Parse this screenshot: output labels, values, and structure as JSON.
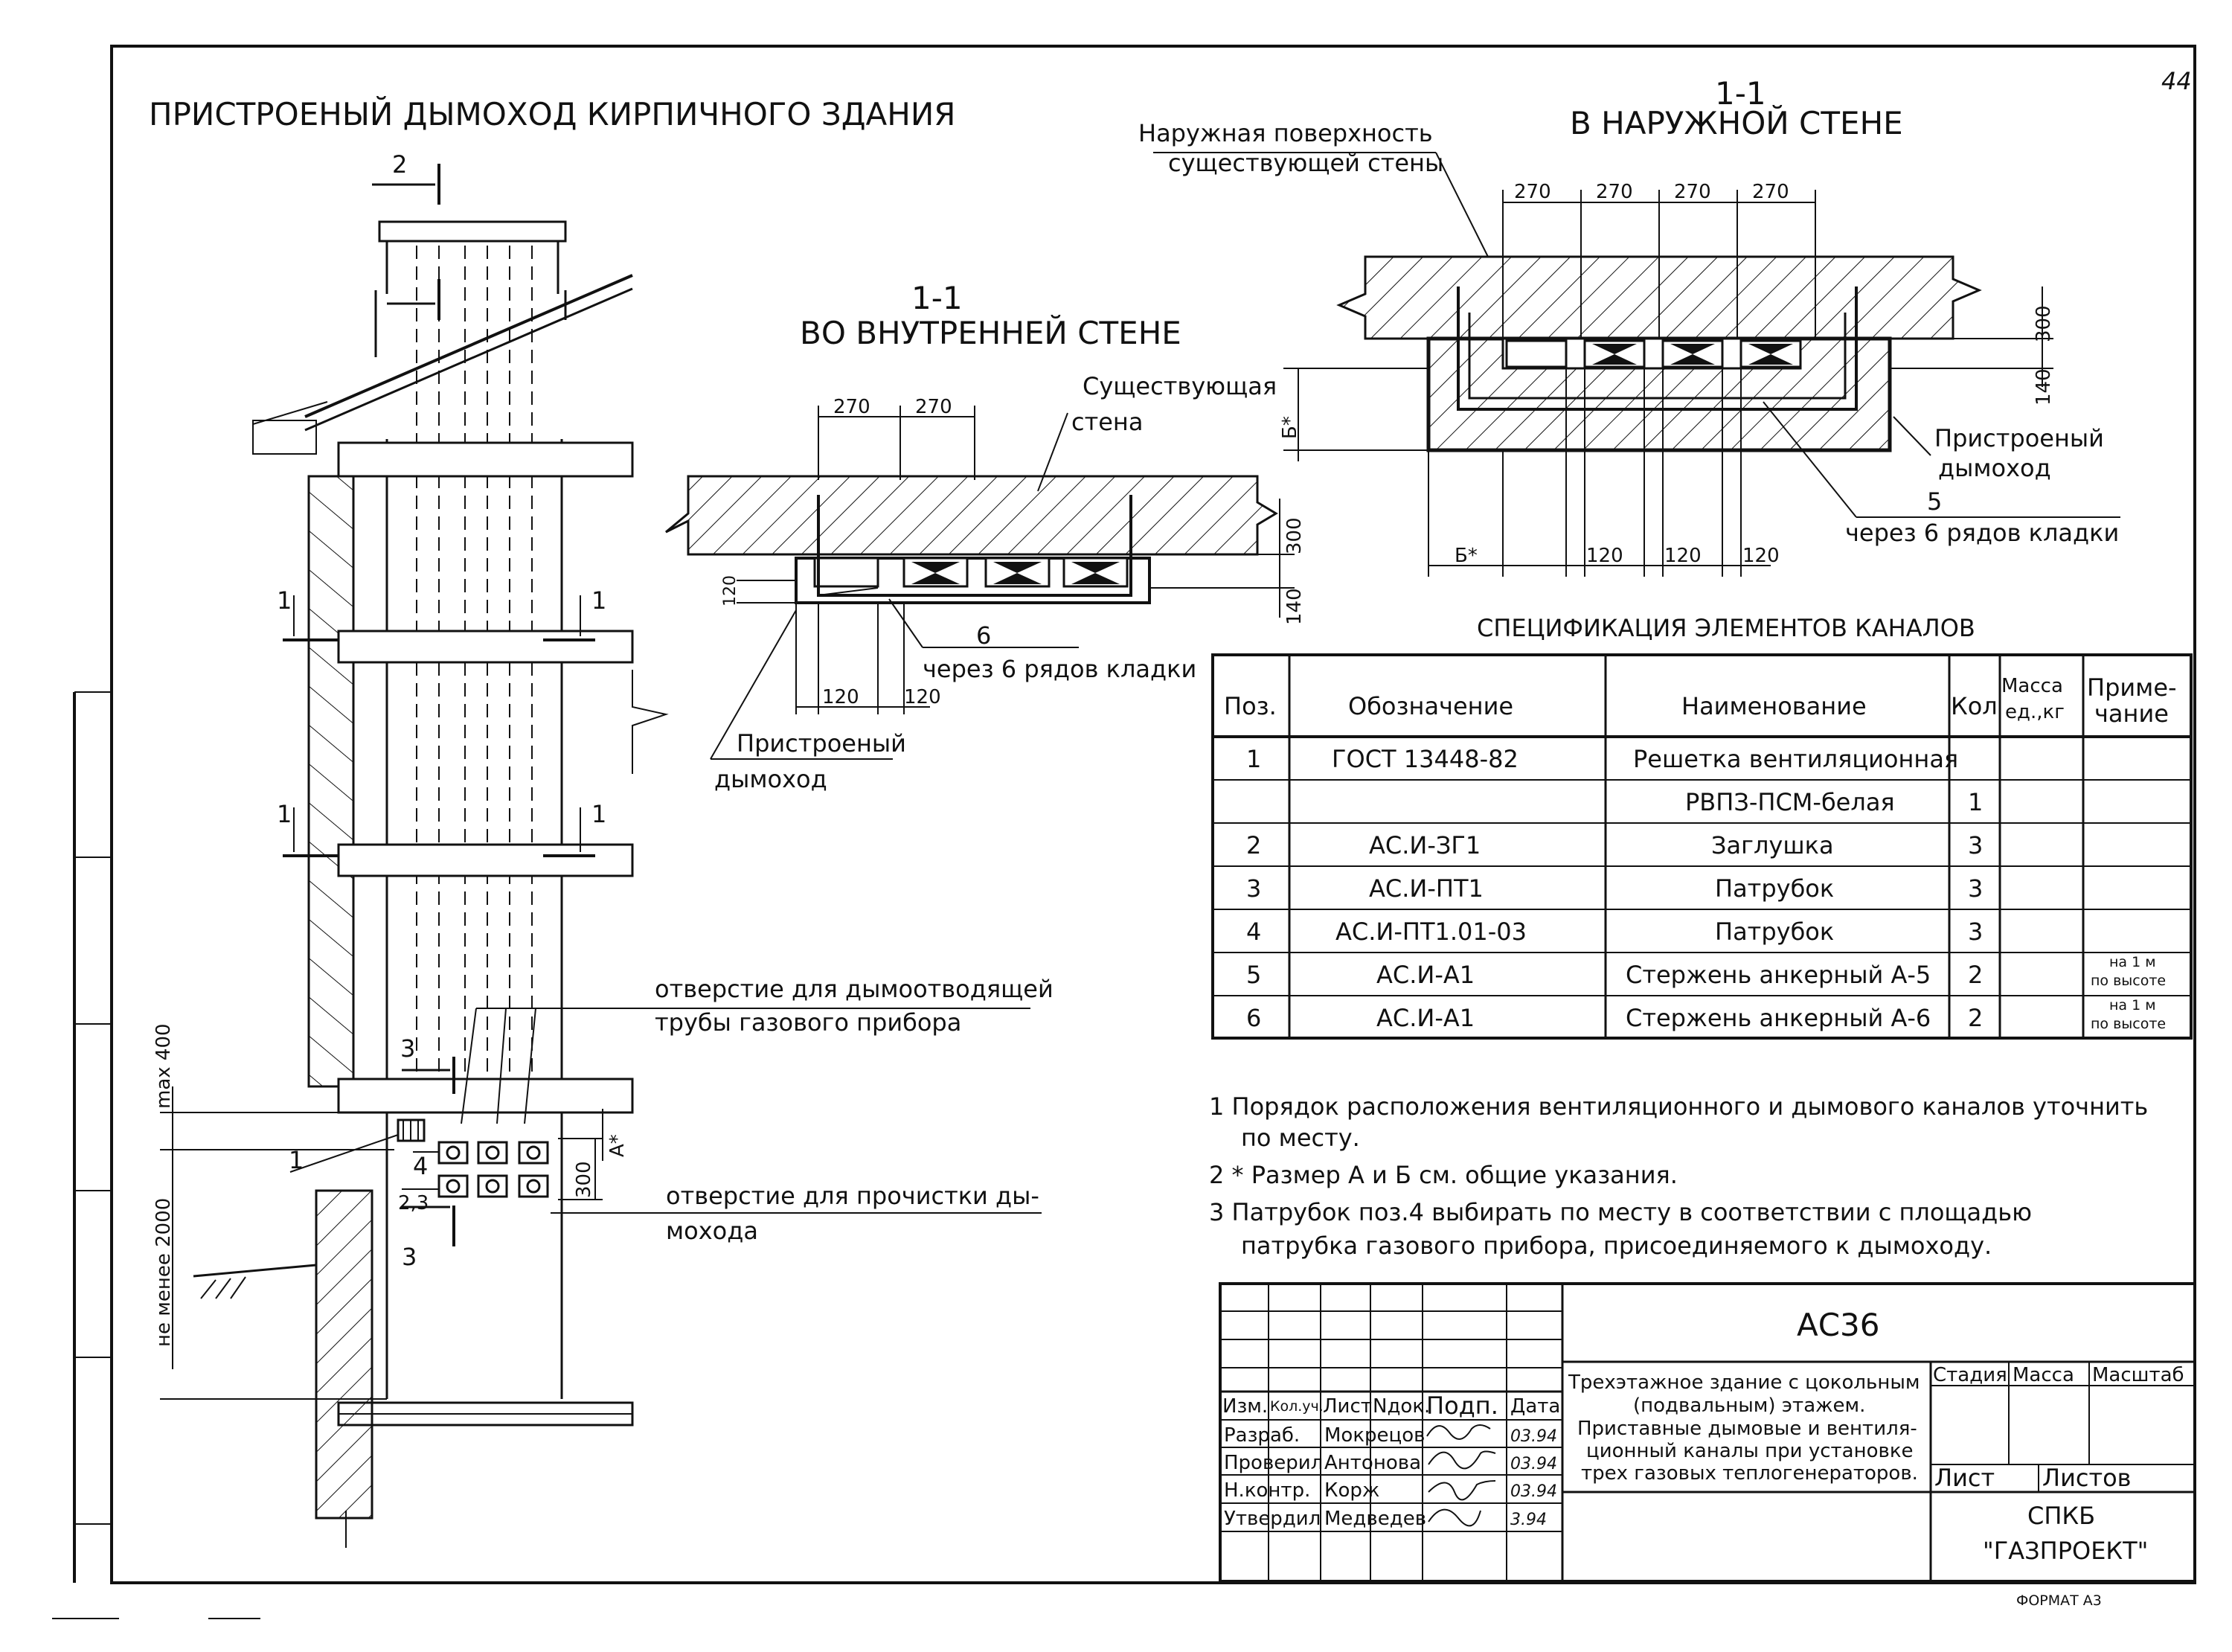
{
  "sheet_number": "44",
  "main_title": "ПРИСТРОЕНЫЙ ДЫМОХОД КИРПИЧНОГО ЗДАНИЯ",
  "format_label": "ФОРМАТ А3",
  "elevation": {
    "section_2_mark": "2",
    "section_1_mark": "1",
    "section_3_mark": "3",
    "label_1": "1",
    "label_4": "4",
    "label_23": "2,3",
    "dim_max400": "max 400",
    "dim_min2000": "не менее 2000",
    "dim_A": "А*",
    "dim_300": "300",
    "callout_flue_hole_1": "отверстие для дымоотводящей",
    "callout_flue_hole_2": "трубы газового прибора",
    "callout_clean_hole_1": "отверстие для прочистки ды-",
    "callout_clean_hole_2": "мохода"
  },
  "section_inner": {
    "num": "1-1",
    "title": "ВО ВНУТРЕННЕЙ СТЕНЕ",
    "wall_label_1": "Существующая",
    "wall_label_2": "стена",
    "dim_270a": "270",
    "dim_270b": "270",
    "dim_120a": "120",
    "dim_120b": "120",
    "dim_120c": "120",
    "dim_300": "300",
    "dim_140": "140",
    "pos_6": "6",
    "rows_note": "через 6 рядов кладки",
    "flue_label_1": "Пристроеный",
    "flue_label_2": "дымоход"
  },
  "section_outer": {
    "num": "1-1",
    "title": "В НАРУЖНОЙ СТЕНЕ",
    "surface_label_1": "Наружная поверхность",
    "surface_label_2": "существующей стены",
    "dims_270": [
      "270",
      "270",
      "270",
      "270"
    ],
    "dims_120": [
      "120",
      "120",
      "120"
    ],
    "dim_300": "300",
    "dim_140": "140",
    "dim_B": "Б*",
    "dim_B2": "Б*",
    "flue_label_1": "Пристроеный",
    "flue_label_2": "дымоход",
    "pos_5": "5",
    "rows_note": "через 6 рядов кладки"
  },
  "spec": {
    "title": "СПЕЦИФИКАЦИЯ ЭЛЕМЕНТОВ КАНАЛОВ",
    "headers": {
      "pos": "Поз.",
      "designation": "Обозначение",
      "name": "Наименование",
      "qty": "Кол",
      "mass_1": "Масса",
      "mass_2": "ед.,кг",
      "note_1": "Приме-",
      "note_2": "чание"
    },
    "rows": [
      {
        "pos": "1",
        "designation": "ГОСТ 13448-82",
        "name": "Решетка вентиляционная",
        "qty": "",
        "note_1": "",
        "note_2": ""
      },
      {
        "pos": "",
        "designation": "",
        "name": "РВПЗ-ПСМ-белая",
        "qty": "1",
        "note_1": "",
        "note_2": ""
      },
      {
        "pos": "2",
        "designation": "АС.И-ЗГ1",
        "name": "Заглушка",
        "qty": "3",
        "note_1": "",
        "note_2": ""
      },
      {
        "pos": "3",
        "designation": "АС.И-ПТ1",
        "name": "Патрубок",
        "qty": "3",
        "note_1": "",
        "note_2": ""
      },
      {
        "pos": "4",
        "designation": "АС.И-ПТ1.01-03",
        "name": "Патрубок",
        "qty": "3",
        "note_1": "",
        "note_2": ""
      },
      {
        "pos": "5",
        "designation": "АС.И-А1",
        "name": "Стержень анкерный А-5",
        "qty": "2",
        "note_1": "на 1 м",
        "note_2": "по высоте"
      },
      {
        "pos": "6",
        "designation": "АС.И-А1",
        "name": "Стержень анкерный А-6",
        "qty": "2",
        "note_1": "на 1 м",
        "note_2": "по высоте"
      }
    ]
  },
  "notes": [
    "1 Порядок расположения вентиляционного и дымового каналов уточнить",
    "по месту.",
    "2 * Размер А и Б см. общие указания.",
    "3 Патрубок поз.4 выбирать по месту в соответствии с площадью",
    "патрубка газового прибора, присоединяемого к дымоходу."
  ],
  "title_block": {
    "code": "АС36",
    "desc": [
      "Трехэтажное здание с цокольным",
      "(подвальным) этажем.",
      "Приставные дымовые и вентиля-",
      "ционный каналы при установке",
      "трех газовых теплогенераторов."
    ],
    "headers": [
      "Изм.",
      "Кол.уч.",
      "Лист",
      "Nдок.",
      "Подп.",
      "Дата"
    ],
    "stage": "Стадия",
    "mass": "Масса",
    "scale": "Масштаб",
    "sheet": "Лист",
    "sheets": "Листов",
    "org_1": "СПКБ",
    "org_2": "\"ГАЗПРОЕКТ\"",
    "roles": [
      {
        "role": "Разраб.",
        "name": "Мокрецов",
        "date": "03.94"
      },
      {
        "role": "Проверил",
        "name": "Антонова",
        "date": "03.94"
      },
      {
        "role": "Н.контр.",
        "name": "Корж",
        "date": "03.94"
      },
      {
        "role": "Утвердил",
        "name": "Медведев",
        "date": "3.94"
      }
    ]
  }
}
